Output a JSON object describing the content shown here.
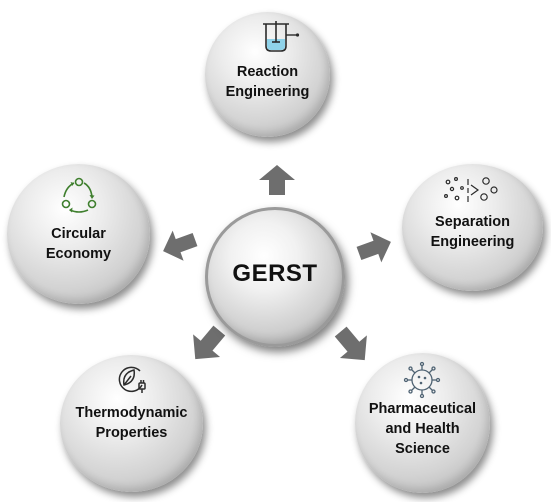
{
  "center": {
    "label": "GERST"
  },
  "nodes": {
    "reaction": {
      "label": "Reaction\nEngineering"
    },
    "separation": {
      "label": "Separation\nEngineering"
    },
    "pharma": {
      "label": "Pharmaceutical\nand Health\nScience"
    },
    "thermo": {
      "label": "Thermodynamic\nProperties"
    },
    "circular": {
      "label": "Circular\nEconomy"
    }
  },
  "colors": {
    "arrow": "#6e6e6e",
    "icon_dark": "#2b2b2b",
    "icon_blue": "#8fd3ea",
    "icon_green": "#3f7f2e",
    "icon_slate": "#4f6373"
  }
}
